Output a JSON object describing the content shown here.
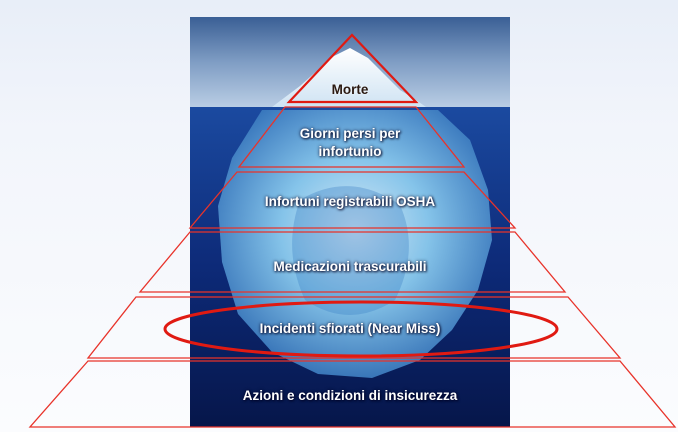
{
  "levels": [
    {
      "label": "Morte"
    },
    {
      "label": "Giorni persi per\ninfortunio"
    },
    {
      "label": "Infortuni registrabili OSHA"
    },
    {
      "label": "Medicazioni trascurabili"
    },
    {
      "label": "Incidenti sfiorati (Near Miss)"
    },
    {
      "label": "Azioni e condizioni di insicurezza"
    }
  ],
  "colors": {
    "pyramid_outline": "#e8332a",
    "highlight_ellipse": "#e01a12",
    "sea": "#0d2a78",
    "ice": "#bfe6ff"
  }
}
